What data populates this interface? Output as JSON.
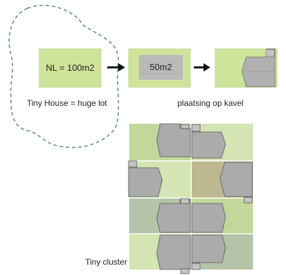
{
  "lot_label": "NL = 100m2",
  "house_label": "50m2",
  "caption_left": "Tiny House = huge lot",
  "caption_right": "plaatsing op kavel",
  "caption_cluster": "Tiny cluster",
  "colors": {
    "lot_green": "#cfe49a",
    "house_grey": "#b9b9b9",
    "house_dark": "#999999",
    "outline": "#5f8f7f",
    "cluster_light": "#d4e4b2",
    "cluster_mid": "#c2d79a",
    "cluster_olive": "#bdb88f",
    "cluster_teal": "#b4c4a8"
  }
}
